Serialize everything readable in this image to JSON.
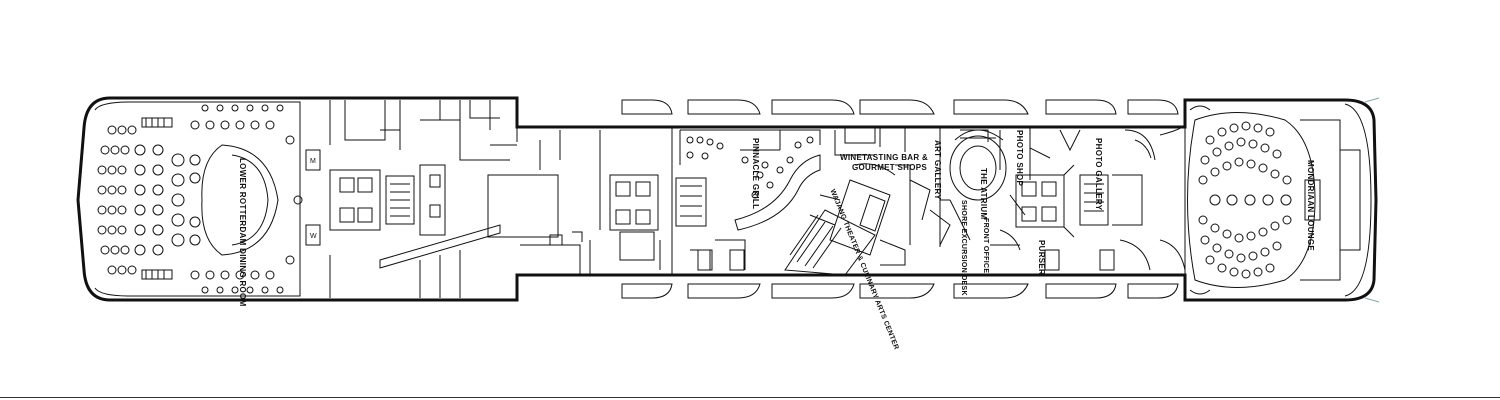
{
  "deck_plan": {
    "labels": {
      "lower_rotterdam_dining_room": "LOWER ROTTERDAM DINING ROOM",
      "pinnacle_grill": "PINNACLE GRILL",
      "winetasting_bar": "WINETASTING BAR &",
      "gourmet_shops": "GOURMET SHOPS",
      "culinary_arts_center": "WAJANG THEATER & CULINARY ARTS CENTER",
      "art_gallery": "ART GALLERY",
      "the_atrium": "THE ATRIUM",
      "photo_shop": "PHOTO SHOP",
      "photo_gallery": "PHOTO GALLERY",
      "shore_excursion_desk": "SHORE EXCURSION DESK",
      "front_office": "FRONT OFFICE",
      "purser": "PURSER",
      "mondriaan_lounge": "MONDRIAAN LOUNGE"
    },
    "colors": {
      "line": "#111111",
      "background": "#ffffff",
      "fill": "#ffffff"
    }
  }
}
